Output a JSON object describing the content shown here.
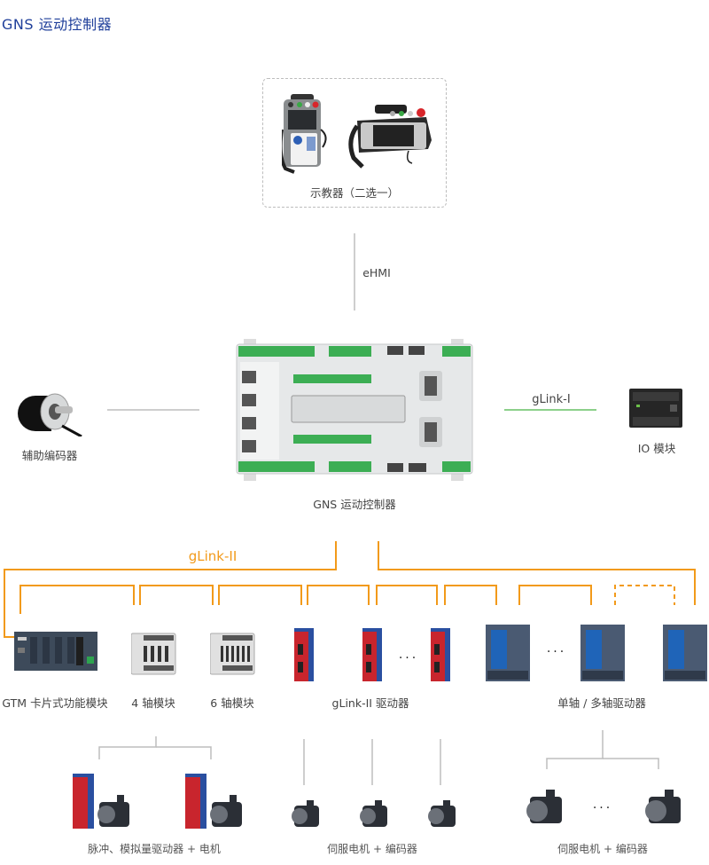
{
  "title": "GNS 运动控制器",
  "colors": {
    "title": "#1f3f9a",
    "glink2_orange": "#f29a1a",
    "glink1_green": "#7cc97a",
    "connector_gray": "#bdbdbd",
    "text": "#444444"
  },
  "pendant": {
    "label": "示教器（二选一）",
    "icons": [
      "teach-pendant-vertical",
      "teach-pendant-horizontal"
    ]
  },
  "ehmi_link": {
    "label": "eHMI"
  },
  "controller": {
    "label": "GNS 运动控制器"
  },
  "encoder": {
    "label": "辅助编码器"
  },
  "glink1": {
    "label": "gLink-I"
  },
  "io_module": {
    "label": "IO 模块"
  },
  "glink2": {
    "label": "gLink-II"
  },
  "bus_devices": [
    {
      "label": "GTM 卡片式功能模块"
    },
    {
      "label": "4 轴模块"
    },
    {
      "label": "6 轴模块"
    },
    {
      "label": "gLink-II 驱动器"
    },
    {
      "label": "单轴 / 多轴驱动器"
    }
  ],
  "ellipsis": "···",
  "bottom_groups": [
    {
      "label": "脉冲、模拟量驱动器 + 电机"
    },
    {
      "label": "伺服电机 + 编码器"
    },
    {
      "label": "伺服电机 + 编码器"
    }
  ]
}
